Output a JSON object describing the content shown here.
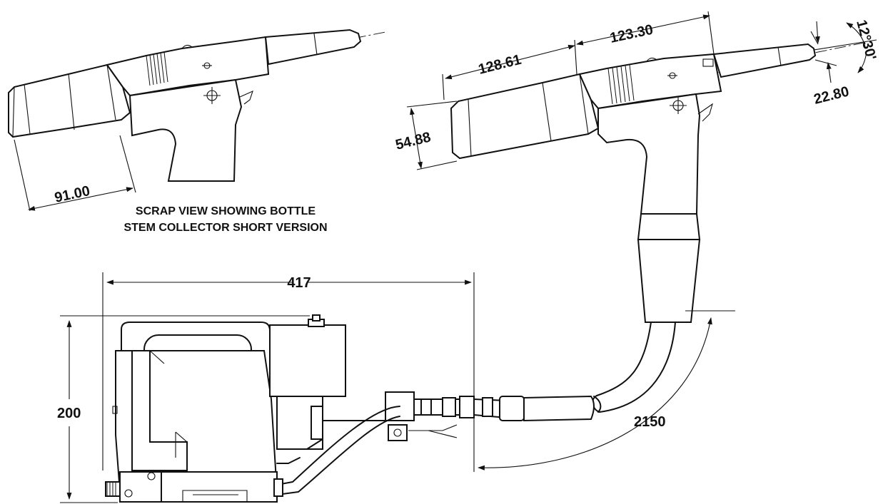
{
  "drawing": {
    "caption_line1": "SCRAP VIEW SHOWING BOTTLE",
    "caption_line2": "STEM COLLECTOR SHORT VERSION",
    "dimensions": {
      "scrap_length": "91.00",
      "body_length": "128.61",
      "nose_length": "123.30",
      "angle": "12°30'",
      "nose_diameter": "22.80",
      "body_diameter": "54.88",
      "intensifier_width": "417",
      "intensifier_height": "200",
      "hose_length": "2150"
    }
  }
}
